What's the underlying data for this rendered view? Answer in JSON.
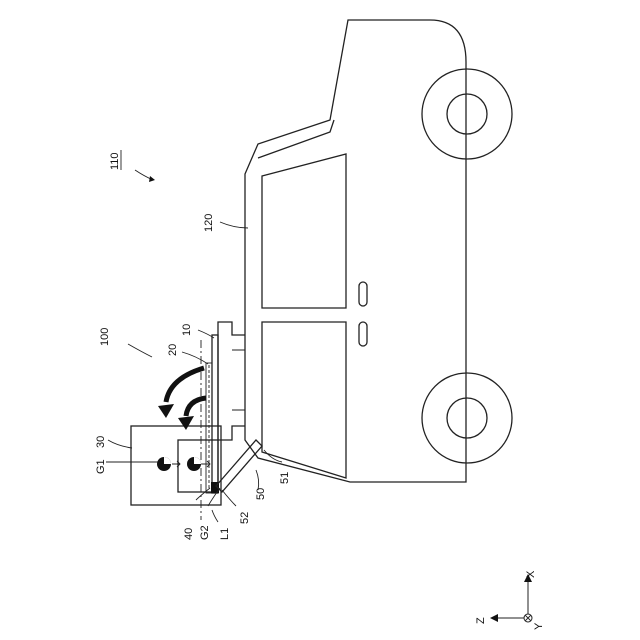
{
  "labels": {
    "ref_110": "110",
    "ref_120": "120",
    "ref_100": "100",
    "ref_10": "10",
    "ref_20": "20",
    "ref_30": "30",
    "ref_G1": "G1",
    "ref_G2": "G2",
    "ref_40": "40",
    "ref_L1": "L1",
    "ref_52": "52",
    "ref_50": "50",
    "ref_51": "51"
  },
  "axes": {
    "x": "X",
    "z": "Z",
    "y": "Y"
  }
}
